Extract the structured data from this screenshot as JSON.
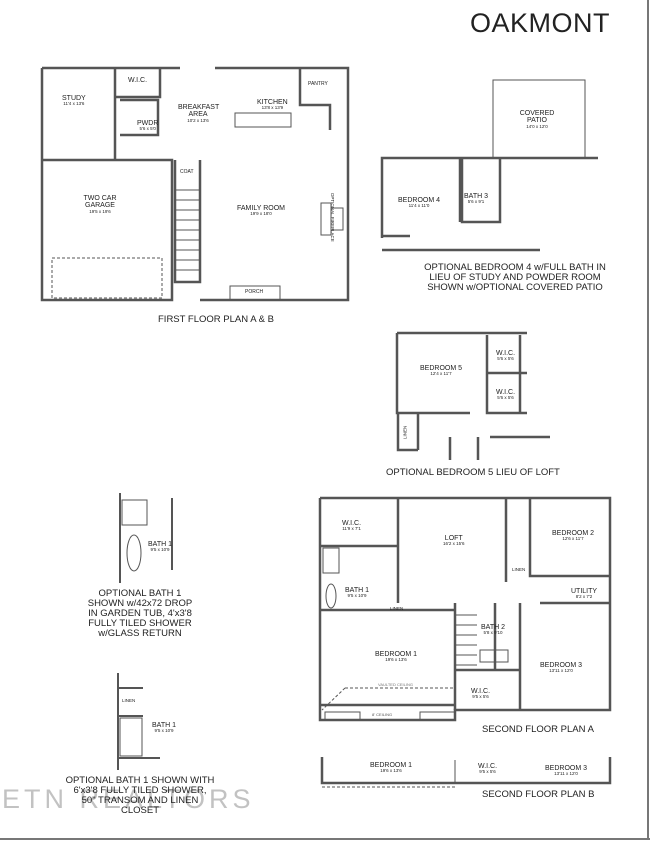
{
  "title": "OAKMONT",
  "watermark": "ETN REALTORS",
  "first_floor": {
    "caption": "FIRST FLOOR PLAN A & B",
    "rooms": [
      {
        "name": "STUDY",
        "dims": "11'4 x 13'6"
      },
      {
        "name": "W.I.C."
      },
      {
        "name": "PWDR",
        "dims": "5'6 x 5'0"
      },
      {
        "name": "BREAKFAST AREA",
        "dims": "10'2 x 13'6"
      },
      {
        "name": "KITCHEN",
        "dims": "13'8 x 13'9"
      },
      {
        "name": "PANTRY"
      },
      {
        "name": "COAT"
      },
      {
        "name": "TWO CAR GARAGE",
        "dims": "19'5 x 19'6"
      },
      {
        "name": "FAMILY ROOM",
        "dims": "19'9 x 18'0"
      },
      {
        "name": "OPTIONAL FIREPLACE"
      },
      {
        "name": "PORCH"
      }
    ]
  },
  "optional_bedroom4": {
    "caption_lines": [
      "OPTIONAL BEDROOM 4 w/FULL BATH IN",
      "LIEU OF STUDY AND POWDER ROOM",
      "SHOWN w/OPTIONAL COVERED PATIO"
    ],
    "rooms": [
      {
        "name": "COVERED PATIO",
        "dims": "14'0 x 12'0"
      },
      {
        "name": "BEDROOM 4",
        "dims": "11'4 x 11'0"
      },
      {
        "name": "BATH 3",
        "dims": "5'6 x 9'1"
      }
    ]
  },
  "optional_bedroom5": {
    "caption": "OPTIONAL BEDROOM 5 LIEU OF LOFT",
    "rooms": [
      {
        "name": "BEDROOM 5",
        "dims": "12'4 x 11'7"
      },
      {
        "name": "W.I.C.",
        "dims": "5'6 x 5'6"
      },
      {
        "name": "W.I.C.",
        "dims": "5'6 x 5'6"
      },
      {
        "name": "LINEN"
      }
    ]
  },
  "optional_bath1_tub": {
    "caption_lines": [
      "OPTIONAL BATH 1",
      "SHOWN w/42x72 DROP",
      "IN GARDEN TUB, 4'x3'8",
      "FULLY TILED SHOWER",
      "w/GLASS RETURN"
    ],
    "rooms": [
      {
        "name": "BATH 1",
        "dims": "9'5 x 10'9"
      }
    ]
  },
  "optional_bath1_shower": {
    "caption_lines": [
      "OPTIONAL BATH 1 SHOWN WITH",
      "6'x3'8 FULLY TILED SHOWER,",
      "50\" TRANSOM AND LINEN",
      "CLOSET"
    ],
    "rooms": [
      {
        "name": "BATH 1",
        "dims": "9'5 x 10'9"
      },
      {
        "name": "LINEN"
      }
    ]
  },
  "second_floor_a": {
    "caption": "SECOND FLOOR PLAN A",
    "rooms": [
      {
        "name": "W.I.C.",
        "dims": "11'9 x 7'1"
      },
      {
        "name": "LOFT",
        "dims": "16'2 x 15'6"
      },
      {
        "name": "BEDROOM 2",
        "dims": "12'6 x 11'7"
      },
      {
        "name": "BATH 1",
        "dims": "9'5 x 10'9"
      },
      {
        "name": "LINEN"
      },
      {
        "name": "LINEN"
      },
      {
        "name": "UTILITY",
        "dims": "8'2 x 7'2"
      },
      {
        "name": "BATH 2",
        "dims": "5'8 x 9'10"
      },
      {
        "name": "BEDROOM 1",
        "dims": "19'6 x 13'6"
      },
      {
        "name": "BEDROOM 3",
        "dims": "13'11 x 12'0"
      },
      {
        "name": "W.I.C.",
        "dims": "9'5 x 5'6"
      }
    ],
    "notes": [
      "VAULTED CEILING",
      "8' CEILING"
    ]
  },
  "second_floor_b": {
    "caption": "SECOND FLOOR PLAN B",
    "rooms": [
      {
        "name": "BEDROOM 1",
        "dims": "19'6 x 13'6"
      },
      {
        "name": "W.I.C.",
        "dims": "9'5 x 5'6"
      },
      {
        "name": "BEDROOM 3",
        "dims": "13'11 x 12'0"
      }
    ]
  }
}
